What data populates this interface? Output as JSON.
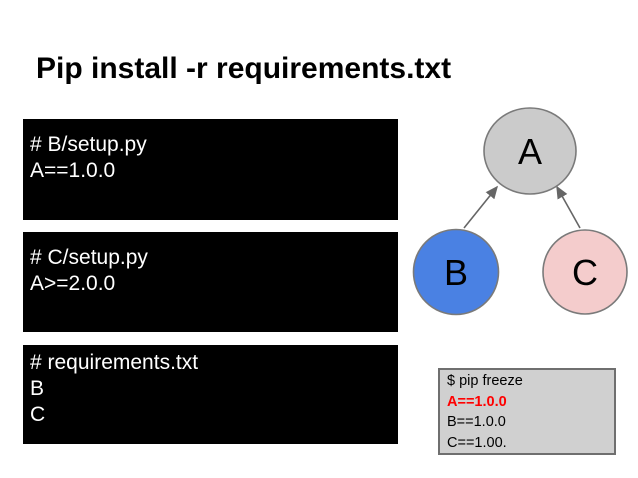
{
  "slide": {
    "title": "Pip install -r requirements.txt",
    "background_color": "#ffffff",
    "title_color": "#000000"
  },
  "code_blocks": [
    {
      "id": "b-setup",
      "lines": [
        "# B/setup.py",
        "A==1.0.0"
      ],
      "background": "#000000",
      "text_color": "#ffffff"
    },
    {
      "id": "c-setup",
      "lines": [
        "# C/setup.py",
        "A>=2.0.0"
      ],
      "background": "#000000",
      "text_color": "#ffffff"
    },
    {
      "id": "requirements",
      "lines": [
        "# requirements.txt",
        "B",
        "C"
      ],
      "background": "#000000",
      "text_color": "#ffffff"
    }
  ],
  "diagram": {
    "description": "dependency-graph",
    "nodes": [
      {
        "id": "A",
        "label": "A",
        "fill": "#cbcbcb",
        "border": "#7a7a7a"
      },
      {
        "id": "B",
        "label": "B",
        "fill": "#4a81e3",
        "border": "#6e6e6e"
      },
      {
        "id": "C",
        "label": "C",
        "fill": "#f4cccc",
        "border": "#7a7a7a"
      }
    ],
    "edges": [
      {
        "from": "B",
        "to": "A"
      },
      {
        "from": "C",
        "to": "A"
      }
    ],
    "arrow_color": "#666666"
  },
  "terminal": {
    "background": "#d0d0d0",
    "border_color": "#6f6f6f",
    "lines": [
      {
        "text": "$ pip freeze",
        "color": "#000000",
        "bold": false
      },
      {
        "text": "A==1.0.0",
        "color": "#ff0000",
        "bold": true
      },
      {
        "text": "B==1.0.0",
        "color": "#000000",
        "bold": false
      },
      {
        "text": "C==1.00.",
        "color": "#000000",
        "bold": false
      }
    ]
  }
}
